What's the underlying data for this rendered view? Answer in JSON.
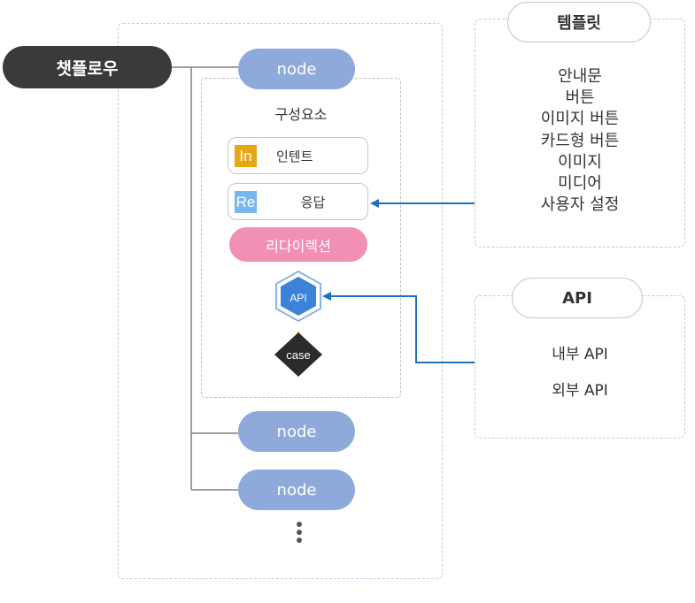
{
  "chatflow_label": "챗플로우",
  "nodes": [
    "node",
    "node",
    "node"
  ],
  "components": {
    "title": "구성요소",
    "intent": {
      "badge": "In",
      "label": "인텐트"
    },
    "response": {
      "badge": "Re",
      "label": "응답"
    },
    "redirection": "리다이렉션",
    "api_icon": "API",
    "case_icon": "case"
  },
  "template_panel": {
    "title": "템플릿",
    "items": [
      "안내문",
      "버튼",
      "이미지 버튼",
      "카드형 버튼",
      "이미지",
      "미디어",
      "사용자 설정"
    ]
  },
  "api_panel": {
    "title": "API",
    "items": [
      "내부 API",
      "외부 API"
    ]
  },
  "colors": {
    "node": "#8eaadb",
    "chatflow": "#3a3a3a",
    "redirection": "#f18fb5",
    "intent_badge": "#e5a814",
    "response_badge": "#7ab7ee",
    "arrow": "#1f6fbf"
  },
  "icons": [
    "more-vertical-icon",
    "api-hexagon-icon",
    "case-diamond-icon"
  ]
}
